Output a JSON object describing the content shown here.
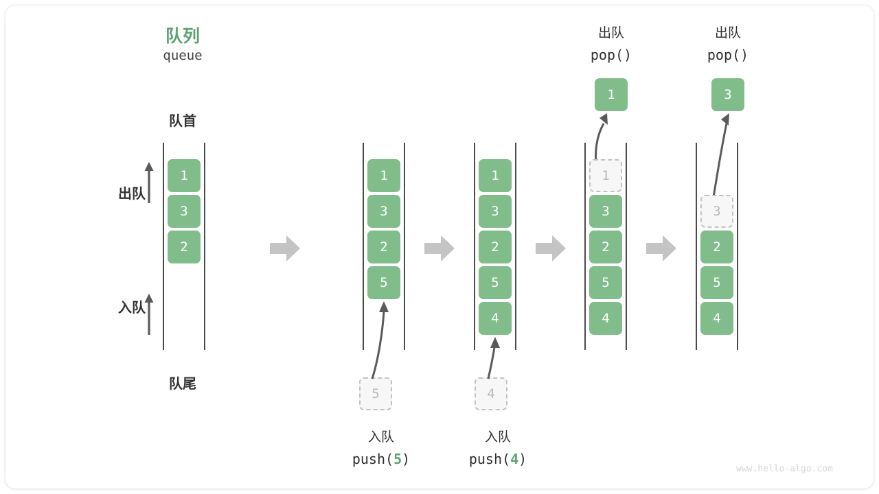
{
  "diagram": {
    "title_cn": "队列",
    "title_en": "queue",
    "front_label": "队首",
    "rear_label": "队尾",
    "dequeue_label": "出队",
    "enqueue_label": "入队",
    "watermark": "www.hello-algo.com",
    "colors": {
      "accent_green": "#81bc8b",
      "title_green": "#5da271",
      "cell_text": "#ffffff",
      "ghost_fill": "#f7f7f7",
      "ghost_border": "#c2c2c2",
      "ghost_text": "#b8b8b8",
      "rail": "#4a4a4a",
      "step_arrow": "#c4c4c4",
      "pointer_arrow": "#5a5a5a",
      "watermark": "#d6d6d6"
    }
  },
  "stages": [
    {
      "id": "initial",
      "cells": [
        {
          "value": "1",
          "state": "filled"
        },
        {
          "value": "3",
          "state": "filled"
        },
        {
          "value": "2",
          "state": "filled"
        }
      ]
    },
    {
      "id": "after-push-5",
      "cells": [
        {
          "value": "1",
          "state": "filled"
        },
        {
          "value": "3",
          "state": "filled"
        },
        {
          "value": "2",
          "state": "filled"
        },
        {
          "value": "5",
          "state": "filled"
        }
      ],
      "incoming": {
        "value": "5",
        "state": "ghost"
      },
      "operation_cn": "入队",
      "operation_code_prefix": "push(",
      "operation_code_arg": "5",
      "operation_code_suffix": ")"
    },
    {
      "id": "after-push-4",
      "cells": [
        {
          "value": "1",
          "state": "filled"
        },
        {
          "value": "3",
          "state": "filled"
        },
        {
          "value": "2",
          "state": "filled"
        },
        {
          "value": "5",
          "state": "filled"
        },
        {
          "value": "4",
          "state": "filled"
        }
      ],
      "incoming": {
        "value": "4",
        "state": "ghost"
      },
      "operation_cn": "入队",
      "operation_code_prefix": "push(",
      "operation_code_arg": "4",
      "operation_code_suffix": ")"
    },
    {
      "id": "after-pop-1",
      "cells": [
        {
          "value": "1",
          "state": "ghost"
        },
        {
          "value": "3",
          "state": "filled"
        },
        {
          "value": "2",
          "state": "filled"
        },
        {
          "value": "5",
          "state": "filled"
        },
        {
          "value": "4",
          "state": "filled"
        }
      ],
      "popped": {
        "value": "1",
        "state": "filled"
      },
      "operation_cn": "出队",
      "operation_code": "pop()"
    },
    {
      "id": "after-pop-3",
      "cells": [
        {
          "value": "",
          "state": "empty"
        },
        {
          "value": "3",
          "state": "ghost"
        },
        {
          "value": "2",
          "state": "filled"
        },
        {
          "value": "5",
          "state": "filled"
        },
        {
          "value": "4",
          "state": "filled"
        }
      ],
      "popped": {
        "value": "3",
        "state": "filled"
      },
      "operation_cn": "出队",
      "operation_code": "pop()"
    }
  ]
}
